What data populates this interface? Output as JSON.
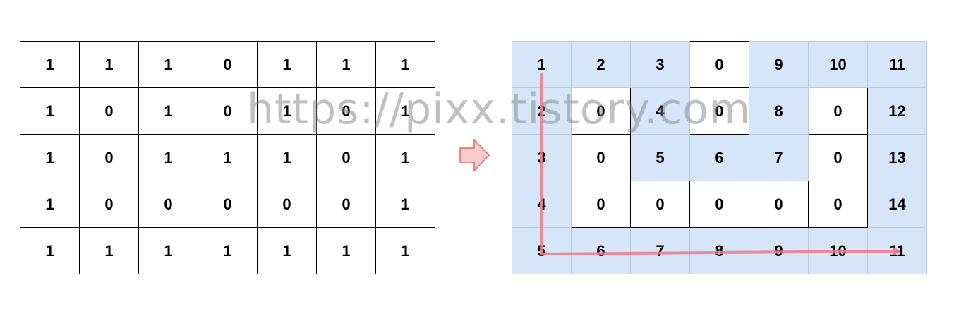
{
  "input_grid": [
    [
      "1",
      "1",
      "1",
      "0",
      "1",
      "1",
      "1"
    ],
    [
      "1",
      "0",
      "1",
      "0",
      "1",
      "0",
      "1"
    ],
    [
      "1",
      "0",
      "1",
      "1",
      "1",
      "0",
      "1"
    ],
    [
      "1",
      "0",
      "0",
      "0",
      "0",
      "0",
      "1"
    ],
    [
      "1",
      "1",
      "1",
      "1",
      "1",
      "1",
      "1"
    ]
  ],
  "output_grid": [
    [
      "1",
      "2",
      "3",
      "0",
      "9",
      "10",
      "11"
    ],
    [
      "2",
      "0",
      "4",
      "0",
      "8",
      "0",
      "12"
    ],
    [
      "3",
      "0",
      "5",
      "6",
      "7",
      "0",
      "13"
    ],
    [
      "4",
      "0",
      "0",
      "0",
      "0",
      "0",
      "14"
    ],
    [
      "5",
      "6",
      "7",
      "8",
      "9",
      "10",
      "11"
    ]
  ],
  "watermark": "https://pixx.tistory.com",
  "colors": {
    "path_cell": "#d6e6f8",
    "wall_cell": "#ffffff",
    "arrow_fill": "#f8cecc",
    "arrow_stroke": "#e06666",
    "path_line": "#ee7788"
  },
  "icons": {
    "transform_arrow": "arrow-right-icon"
  }
}
